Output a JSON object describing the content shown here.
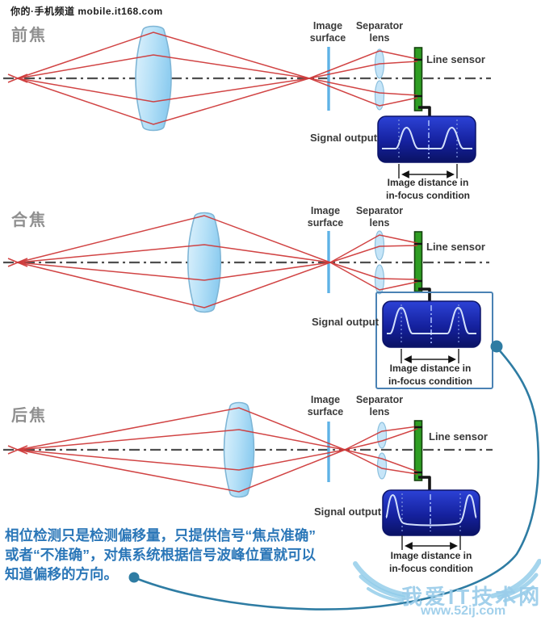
{
  "header": {
    "watermark": "你的·手机频道 mobile.it168.com"
  },
  "sections": [
    {
      "label": "前焦",
      "image_surface_label": "Image surface",
      "separator_lens_label": "Separator lens",
      "line_sensor_label": "Line sensor",
      "signal_output_label": "Signal output",
      "distance_line1": "Image distance in",
      "distance_line2": "in-focus condition"
    },
    {
      "label": "合焦",
      "image_surface_label": "Image surface",
      "separator_lens_label": "Separator lens",
      "line_sensor_label": "Line sensor",
      "signal_output_label": "Signal output",
      "distance_line1": "Image distance in",
      "distance_line2": "in-focus condition"
    },
    {
      "label": "后焦",
      "image_surface_label": "Image surface",
      "separator_lens_label": "Separator lens",
      "line_sensor_label": "Line sensor",
      "signal_output_label": "Signal output",
      "distance_line1": "Image distance in",
      "distance_line2": "in-focus condition"
    }
  ],
  "caption": {
    "line1": "相位检测只是检测偏移量，只提供信号“焦点准确”",
    "line2": "或者“不准确”，对焦系统根据信号波峰位置就可以",
    "line3": "知道偏移的方向。"
  },
  "footer_watermark": {
    "site_name": "我爱IT技术网",
    "site_url": "www.52ij.com"
  },
  "colors": {
    "ray_red": "#cf3a3a",
    "lens_blue": "#9ed4f2",
    "image_surface_blue": "#5fb2e6",
    "line_sensor_green": "#2f9e23",
    "signal_box_navy": "#1a2cb0",
    "waveform_light": "#d2dffc",
    "highlight_outline_blue": "#4a82b4",
    "callout_teal": "#2e7ca3",
    "caption_blue": "#2b77b8",
    "section_label_gray": "#8f8f8f",
    "label_dark": "#3a3a3a"
  }
}
